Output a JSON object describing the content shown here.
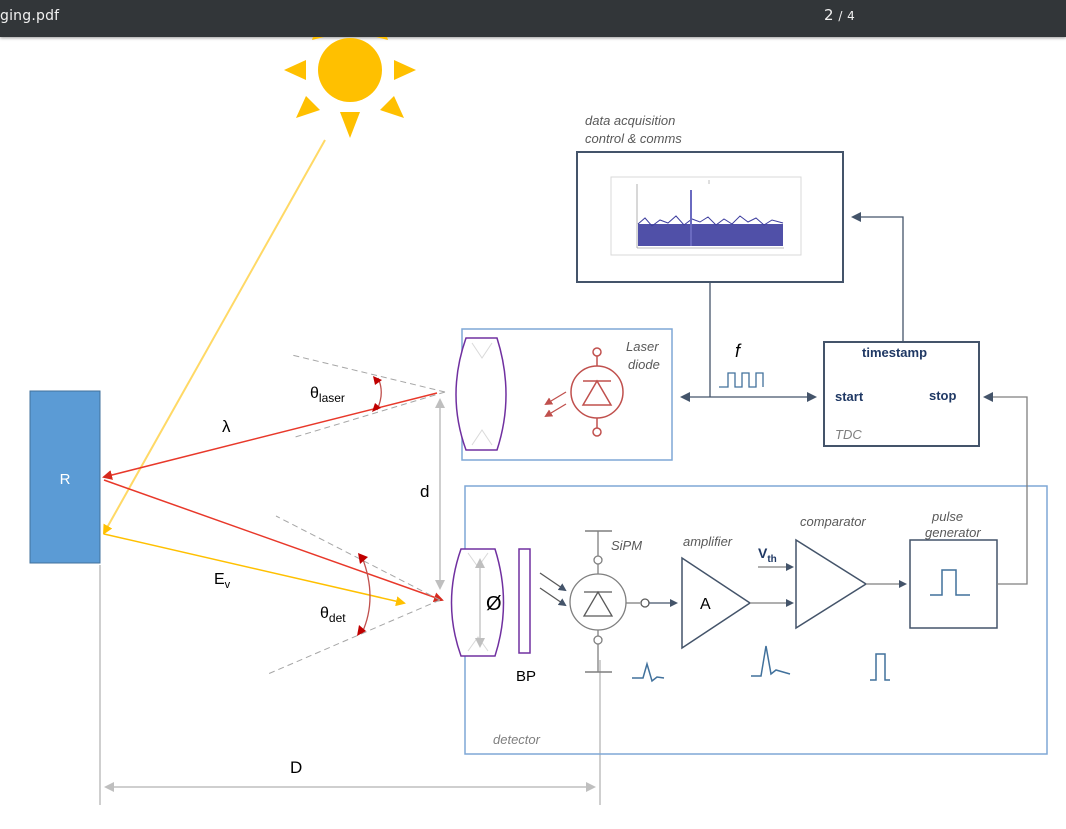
{
  "viewer": {
    "filename": "ging.pdf",
    "current_page": "2",
    "page_separator": "/",
    "total_pages": "4"
  },
  "diagram": {
    "reflector_label": "R",
    "lambda_label": "λ",
    "ev_label": "E",
    "ev_sub": "v",
    "theta_laser": "θ",
    "theta_laser_sub": "laser",
    "theta_det": "θ",
    "theta_det_sub": "det",
    "d_label": "d",
    "D_label": "D",
    "diameter_label": "Ø",
    "bp_label": "BP",
    "laser_label_line1": "Laser",
    "laser_label_line2": "diode",
    "daq_label_line1": "data acquisition",
    "daq_label_line2": "control & comms",
    "f_label": "f",
    "tdc_timestamp": "timestamp",
    "tdc_start": "start",
    "tdc_stop": "stop",
    "tdc_label": "TDC",
    "sipm_label": "SiPM",
    "amplifier_label": "amplifier",
    "amp_symbol": "A",
    "comparator_label": "comparator",
    "vth_label": "V",
    "vth_sub": "th",
    "pulse_gen_line1": "pulse",
    "pulse_gen_line2": "generator",
    "detector_label": "detector",
    "colors": {
      "reflector": "#5b9bd5",
      "laser_ray": "#e8382a",
      "sun_ray": "#ffc000",
      "sun": "#ffc000",
      "box_blue": "#7fa7d6",
      "lens": "#7030a0",
      "dark_box": "#44546a",
      "laser_symbol": "#c0504d",
      "signal": "#41719c",
      "arrow_dark": "#1f3864"
    }
  }
}
